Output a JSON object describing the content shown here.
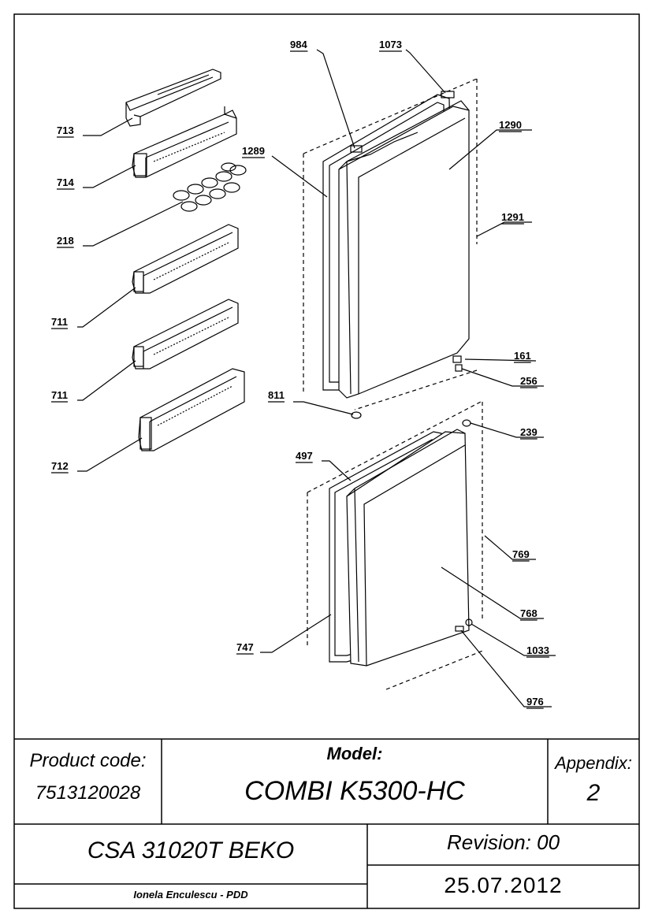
{
  "diagram": {
    "part_labels": [
      {
        "id": "984",
        "text": "984"
      },
      {
        "id": "1073",
        "text": "1073"
      },
      {
        "id": "713",
        "text": "713"
      },
      {
        "id": "1290",
        "text": "1290"
      },
      {
        "id": "714",
        "text": "714"
      },
      {
        "id": "1289",
        "text": "1289"
      },
      {
        "id": "218",
        "text": "218"
      },
      {
        "id": "1291",
        "text": "1291"
      },
      {
        "id": "711a",
        "text": "711"
      },
      {
        "id": "711b",
        "text": "711"
      },
      {
        "id": "161",
        "text": "161"
      },
      {
        "id": "256",
        "text": "256"
      },
      {
        "id": "811",
        "text": "811"
      },
      {
        "id": "712",
        "text": "712"
      },
      {
        "id": "239",
        "text": "239"
      },
      {
        "id": "497",
        "text": "497"
      },
      {
        "id": "769",
        "text": "769"
      },
      {
        "id": "768",
        "text": "768"
      },
      {
        "id": "747",
        "text": "747"
      },
      {
        "id": "1033",
        "text": "1033"
      },
      {
        "id": "976",
        "text": "976"
      }
    ]
  },
  "title_block": {
    "product_code_label": "Product code:",
    "product_code_value": "7513120028",
    "model_label": "Model:",
    "model_value": "COMBI K5300-HC",
    "appendix_label": "Appendix:",
    "appendix_value": "2",
    "product_name": "CSA 31020T BEKO",
    "revision": "Revision: 00",
    "author": "Ionela Enculescu - PDD",
    "date": "25.07.2012"
  }
}
